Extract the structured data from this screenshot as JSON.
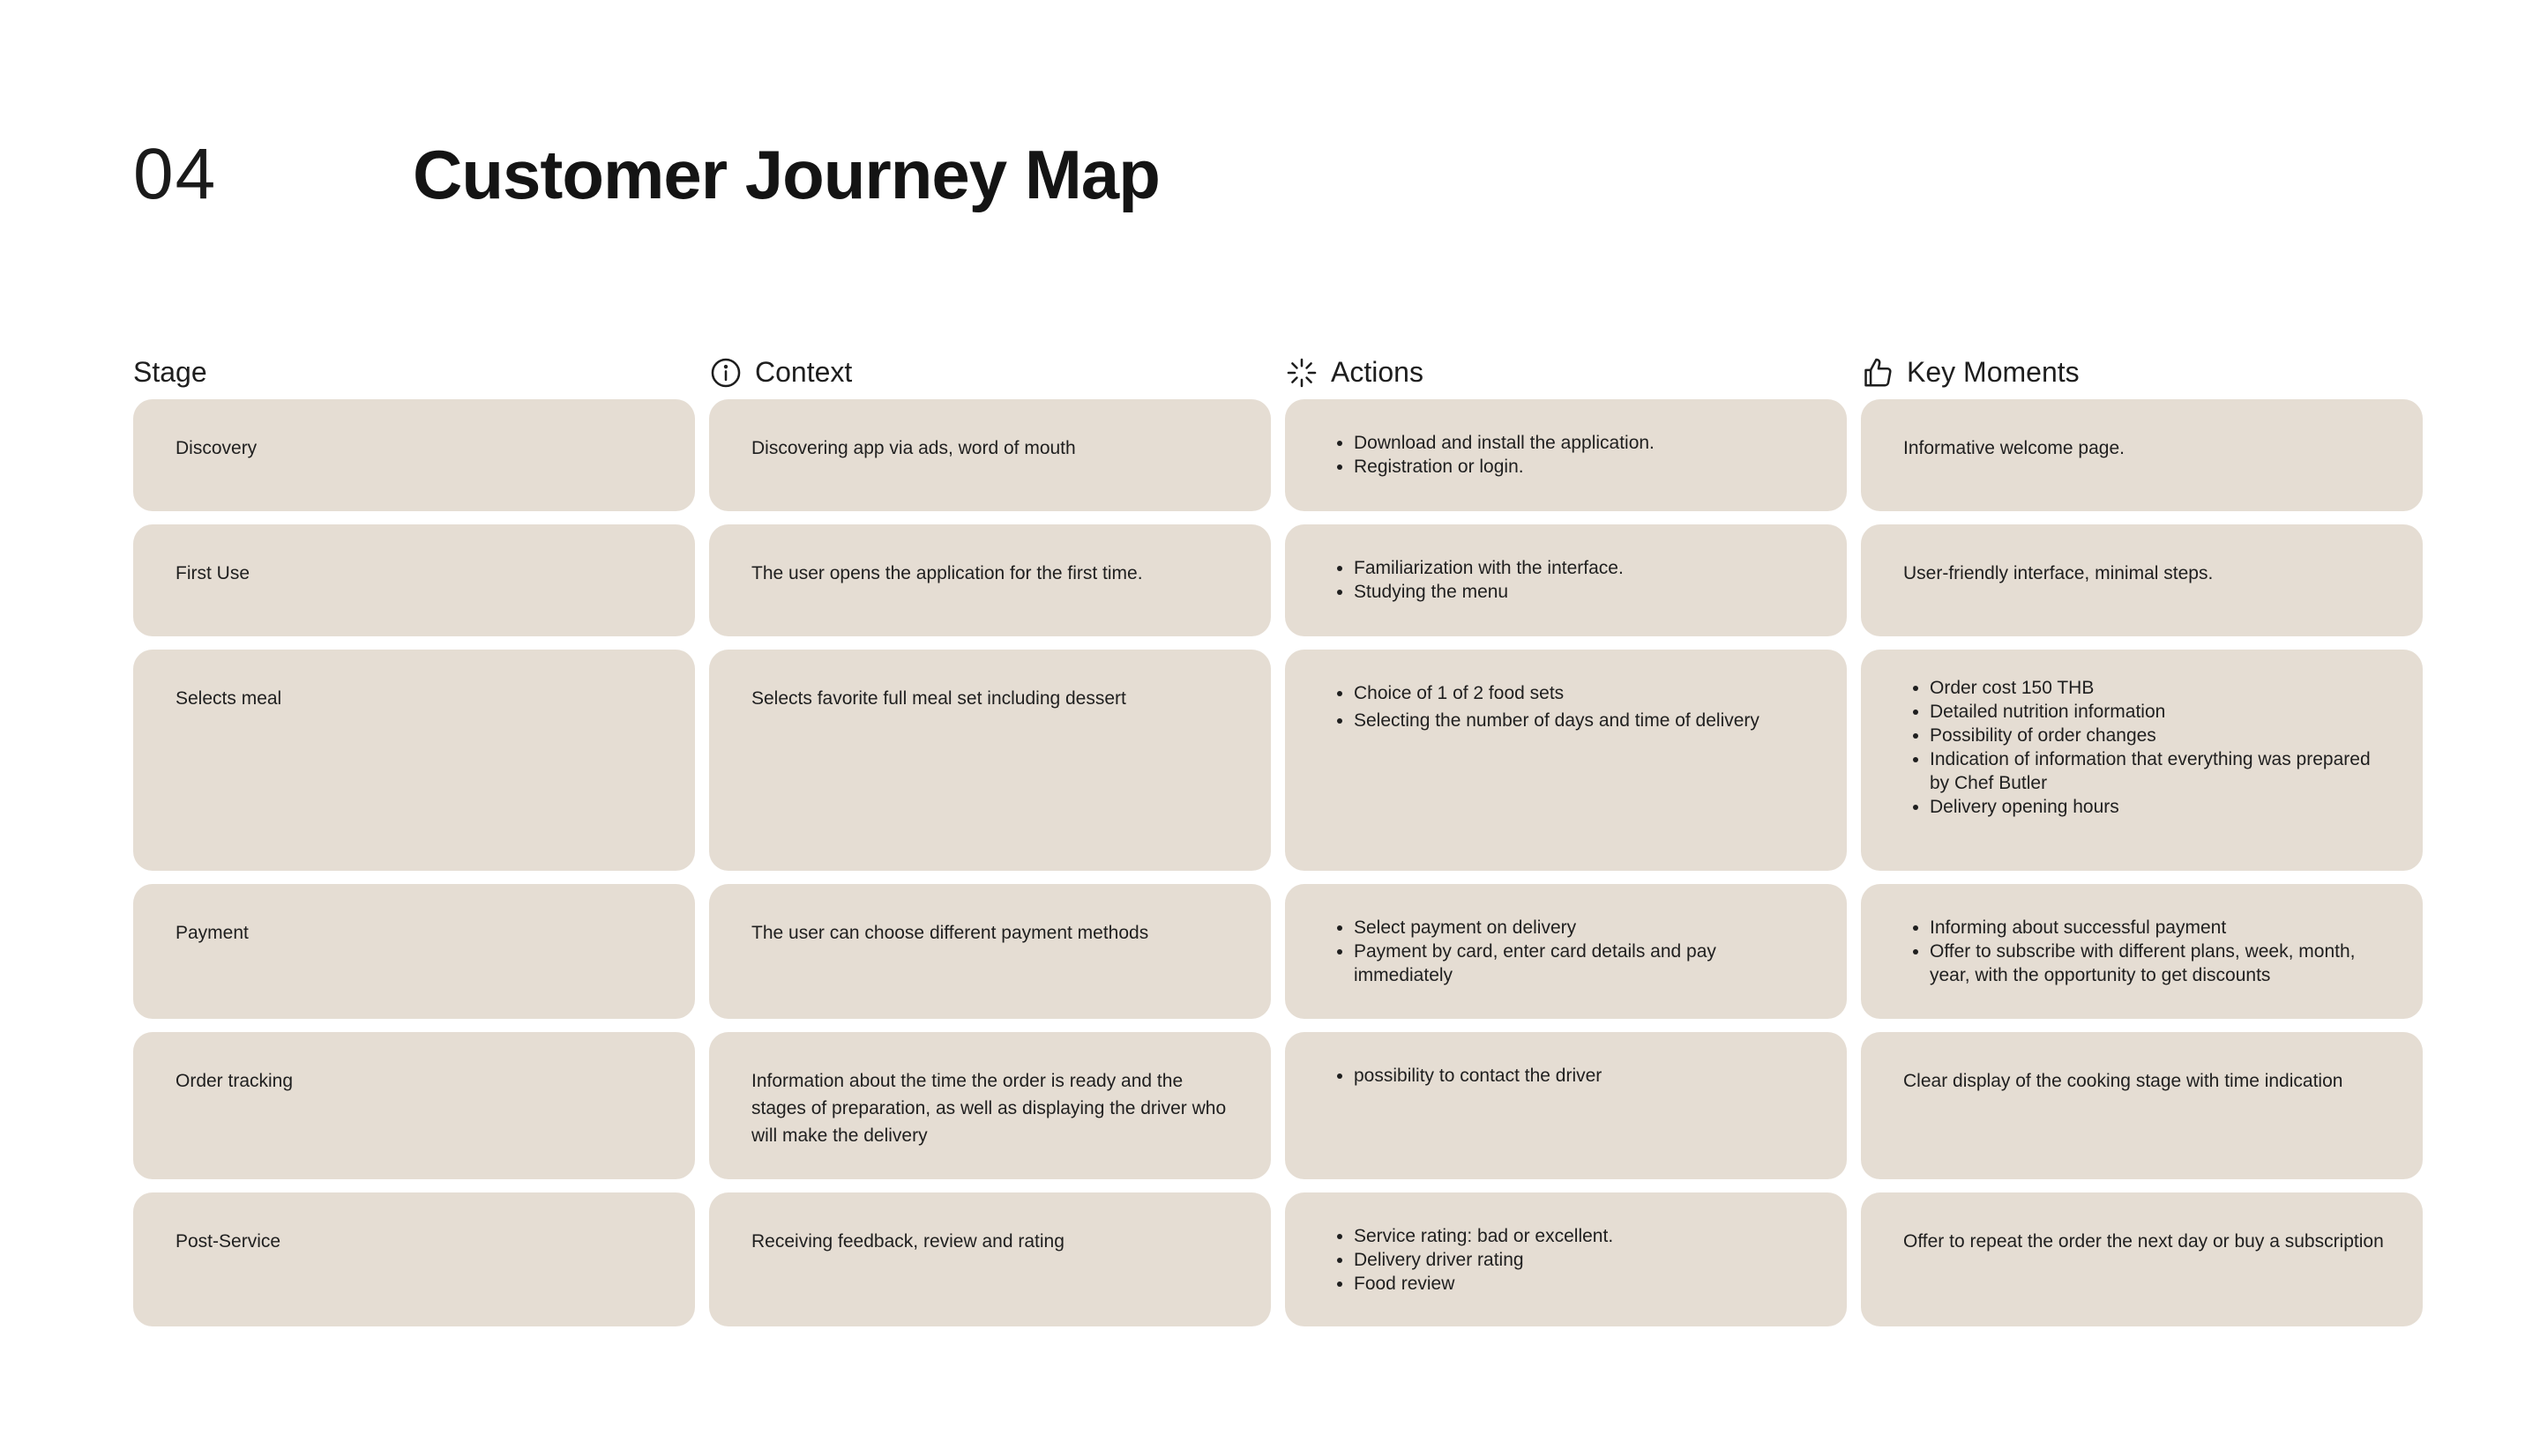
{
  "header": {
    "number": "04",
    "title": "Customer Journey Map"
  },
  "columns": {
    "stage": "Stage",
    "context": "Context",
    "actions": "Actions",
    "key_moments": "Key Moments"
  },
  "rows": [
    {
      "stage": "Discovery",
      "context": "Discovering app via ads, word of mouth",
      "actions": [
        "Download and install the application.",
        "Registration or login."
      ],
      "key_moments": "Informative welcome page."
    },
    {
      "stage": "First Use",
      "context": "The user opens the application for the first time.",
      "actions": [
        "Familiarization with the interface.",
        "Studying the menu"
      ],
      "key_moments": "User-friendly interface, minimal steps."
    },
    {
      "stage": "Selects meal",
      "context": "Selects favorite full meal set including dessert",
      "actions": [
        "Choice of 1 of 2 food sets",
        "Selecting the number of days and time of delivery"
      ],
      "key_moments": [
        "Order cost 150 THB",
        "Detailed nutrition information",
        "Possibility of order changes",
        "Indication of information that everything was prepared by Chef Butler",
        "Delivery opening hours"
      ]
    },
    {
      "stage": "Payment",
      "context": "The user can choose different payment methods",
      "actions": [
        "Select payment on delivery",
        "Payment by card, enter card details and pay immediately"
      ],
      "key_moments": [
        "Informing about successful payment",
        "Offer to subscribe with different plans, week, month, year, with the opportunity to get discounts"
      ]
    },
    {
      "stage": "Order tracking",
      "context": "Information about the time the order is ready and the stages of preparation, as well as displaying the driver who will make the delivery",
      "actions": [
        "possibility to contact the driver"
      ],
      "key_moments": "Clear display of the cooking stage with time indication"
    },
    {
      "stage": "Post-Service",
      "context": "Receiving feedback, review and rating",
      "actions": [
        "Service rating: bad or excellent.",
        "Delivery driver rating",
        "Food review"
      ],
      "key_moments": "Offer to repeat the order the next day or buy a subscription"
    }
  ],
  "icons": {
    "context": "info-circle-icon",
    "actions": "loader-burst-icon",
    "key_moments": "thumbs-up-icon"
  },
  "colors": {
    "card_background": "#e5ddd3",
    "text": "#1f1f1f"
  }
}
